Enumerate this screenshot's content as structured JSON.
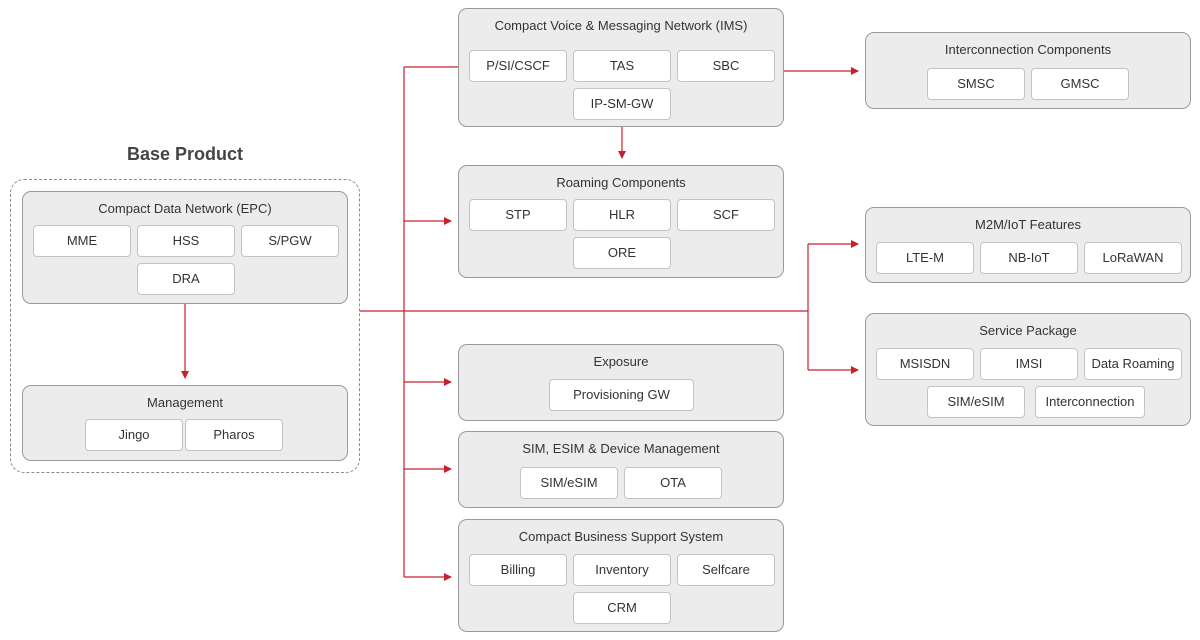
{
  "base": {
    "title": "Base Product",
    "epc": {
      "title": "Compact Data Network (EPC)",
      "items": [
        "MME",
        "HSS",
        "S/PGW",
        "DRA"
      ]
    },
    "management": {
      "title": "Management",
      "items": [
        "Jingo",
        "Pharos"
      ]
    }
  },
  "ims": {
    "title": "Compact Voice & Messaging Network (IMS)",
    "items": [
      "P/SI/CSCF",
      "TAS",
      "SBC",
      "IP-SM-GW"
    ]
  },
  "roaming": {
    "title": "Roaming Components",
    "items": [
      "STP",
      "HLR",
      "SCF",
      "ORE"
    ]
  },
  "exposure": {
    "title": "Exposure",
    "items": [
      "Provisioning GW"
    ]
  },
  "sim": {
    "title": "SIM, ESIM & Device Management",
    "items": [
      "SIM/eSIM",
      "OTA"
    ]
  },
  "bss": {
    "title": "Compact Business Support System",
    "items": [
      "Billing",
      "Inventory",
      "Selfcare",
      "CRM"
    ]
  },
  "interconnection": {
    "title": "Interconnection Components",
    "items": [
      "SMSC",
      "GMSC"
    ]
  },
  "m2m": {
    "title": "M2M/IoT Features",
    "items": [
      "LTE-M",
      "NB-IoT",
      "LoRaWAN"
    ]
  },
  "service": {
    "title": "Service Package",
    "items": [
      "MSISDN",
      "IMSI",
      "Data Roaming",
      "SIM/eSIM",
      "Interconnection"
    ]
  },
  "colors": {
    "connector": "#c8202f",
    "group_fill": "#ececec",
    "chip_fill": "#ffffff"
  }
}
